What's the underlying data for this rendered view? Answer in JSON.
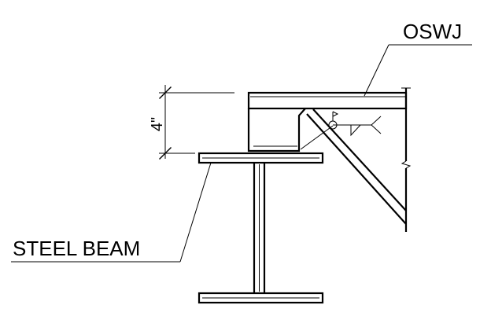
{
  "labels": {
    "joist": "OSWJ",
    "beam": "STEEL BEAM",
    "bearing_dim": "4\""
  }
}
